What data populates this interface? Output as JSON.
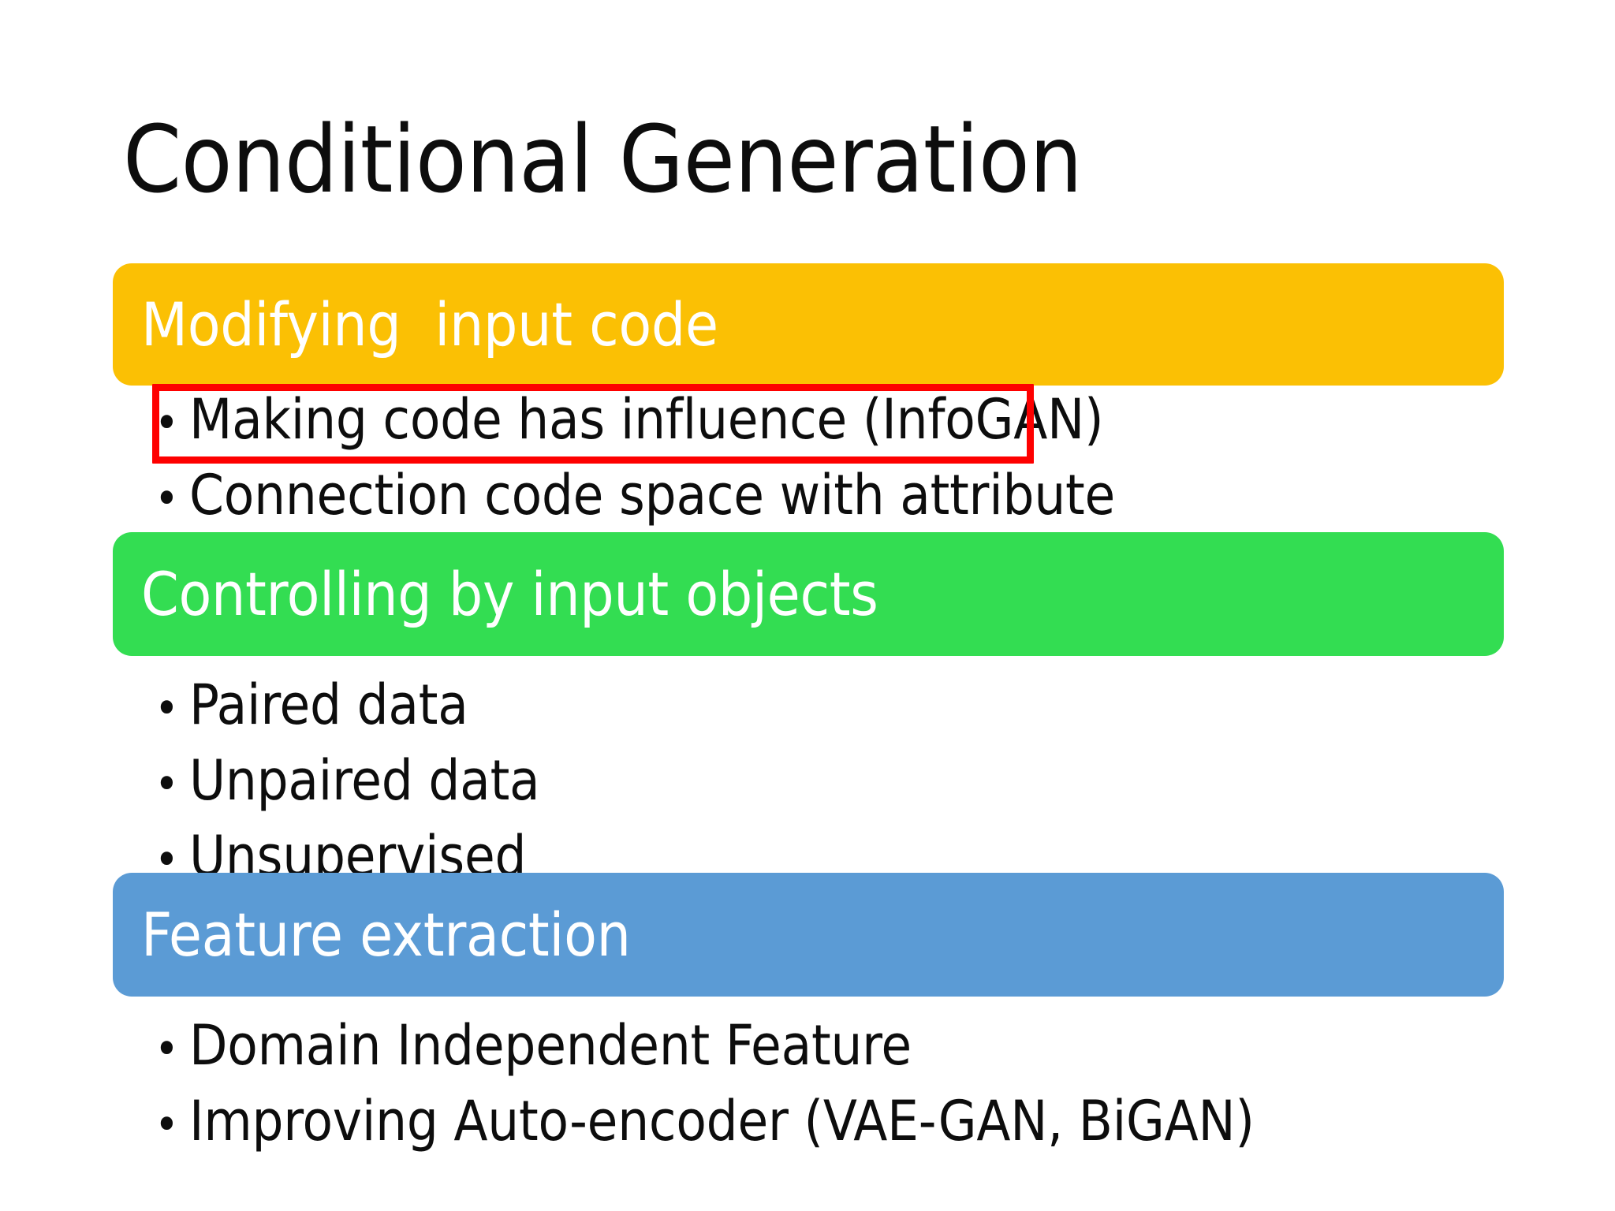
{
  "slide": {
    "title": "Conditional Generation",
    "background_color": "#ffffff",
    "text_color": "#0d0d0d",
    "sections": [
      {
        "id": "modifying",
        "banner_label": "Modifying  input code",
        "banner_color": "#fbc004",
        "banner_text_color": "#ffffff",
        "bullets": [
          {
            "marker": "•",
            "text": "Making code has influence (InfoGAN)",
            "highlighted": true
          },
          {
            "marker": "•",
            "text": "Connection code space with attribute",
            "highlighted": false
          }
        ]
      },
      {
        "id": "controlling",
        "banner_label": "Controlling by input objects",
        "banner_color": "#33dd52",
        "banner_text_color": "#ffffff",
        "bullets": [
          {
            "marker": "•",
            "text": "Paired data",
            "highlighted": false
          },
          {
            "marker": "•",
            "text": "Unpaired data",
            "highlighted": false
          },
          {
            "marker": "•",
            "text": "Unsupervised",
            "highlighted": false
          }
        ]
      },
      {
        "id": "feature",
        "banner_label": "Feature extraction",
        "banner_color": "#5b9bd5",
        "banner_text_color": "#ffffff",
        "bullets": [
          {
            "marker": "•",
            "text": "Domain Independent Feature",
            "highlighted": false
          },
          {
            "marker": "•",
            "text": "Improving Auto-encoder (VAE-GAN, BiGAN)",
            "highlighted": false
          }
        ]
      }
    ],
    "annotation": {
      "type": "highlight-rectangle",
      "color": "#fe0000",
      "targets_text": "Making code has influence (InfoGAN)"
    }
  }
}
